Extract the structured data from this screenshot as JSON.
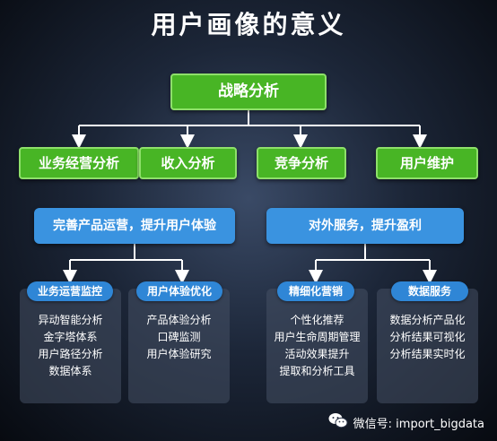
{
  "title": "用户画像的意义",
  "root": "战略分析",
  "level2": [
    "业务经营分析",
    "收入分析",
    "竞争分析",
    "用户维护"
  ],
  "groups": [
    {
      "label": "完善产品运营，提升用户体验",
      "panels": [
        {
          "label": "业务运营监控",
          "items": [
            "异动智能分析",
            "金字塔体系",
            "用户路径分析",
            "数据体系"
          ]
        },
        {
          "label": "用户体验优化",
          "items": [
            "产品体验分析",
            "口碑监测",
            "用户体验研究"
          ]
        }
      ]
    },
    {
      "label": "对外服务，提升盈利",
      "panels": [
        {
          "label": "精细化营销",
          "items": [
            "个性化推荐",
            "用户生命周期管理",
            "活动效果提升",
            "提取和分析工具"
          ]
        },
        {
          "label": "数据服务",
          "items": [
            "数据分析产品化",
            "分析结果可视化",
            "分析结果实时化"
          ]
        }
      ]
    }
  ],
  "watermark": {
    "icon": "wechat-icon",
    "text": "微信号: import_bigdata"
  }
}
